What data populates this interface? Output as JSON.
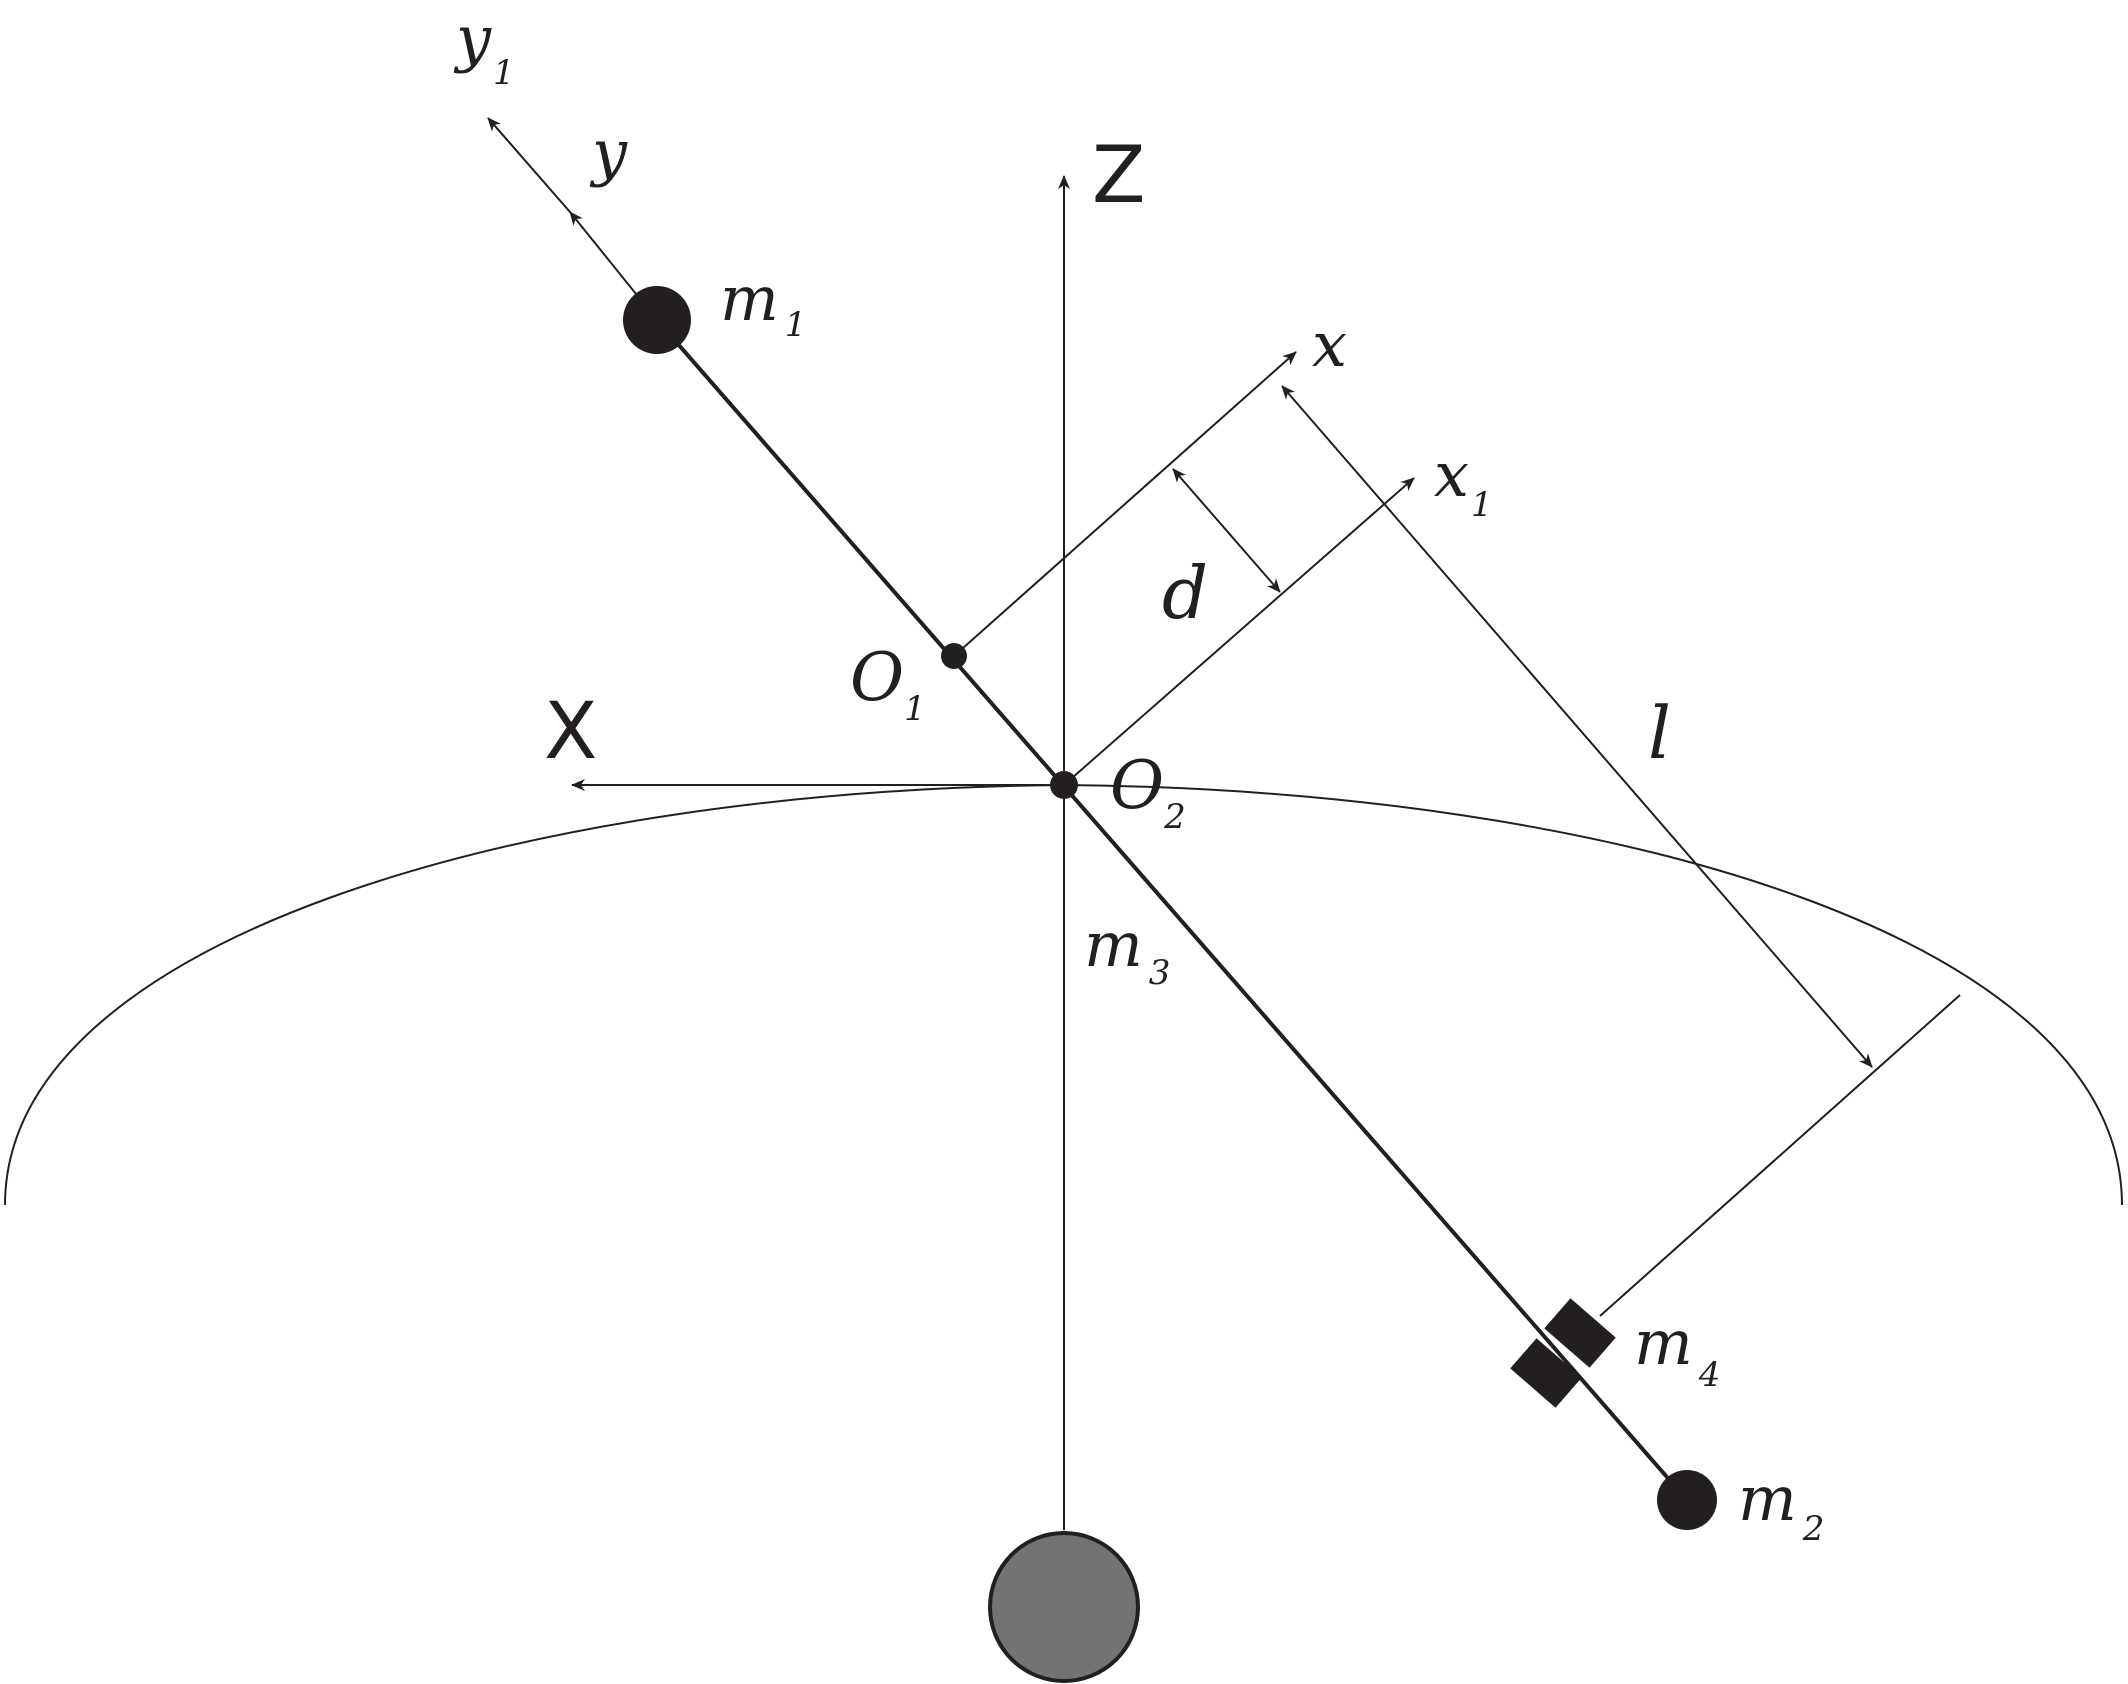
{
  "colors": {
    "ink": "#231f20",
    "ball": "#737373",
    "background": "#ffffff"
  },
  "labels": {
    "Z": "Z",
    "X": "X",
    "y": "y",
    "y1": {
      "base": "y",
      "sub": "1"
    },
    "x": "x",
    "x1": {
      "base": "x",
      "sub": "1"
    },
    "m1": {
      "base": "m",
      "sub": "1"
    },
    "m2": {
      "base": "m",
      "sub": "2"
    },
    "m3": {
      "base": "m",
      "sub": "3"
    },
    "m4": {
      "base": "m",
      "sub": "4"
    },
    "O1": {
      "base": "O",
      "sub": "1"
    },
    "O2": {
      "base": "O",
      "sub": "2"
    },
    "d": "d",
    "l": "l"
  }
}
